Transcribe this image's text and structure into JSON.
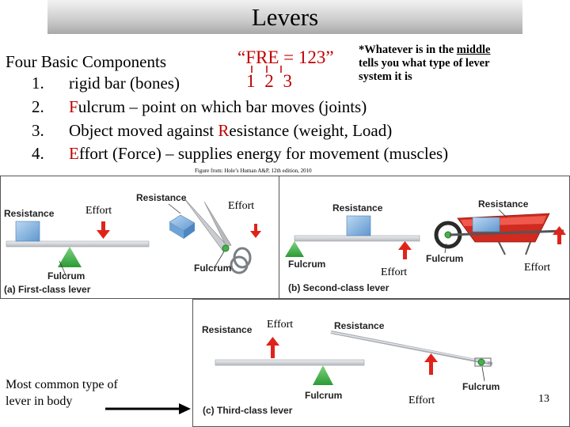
{
  "title": "Levers",
  "heading": "Four Basic Components",
  "components": [
    {
      "num": "1.",
      "text": "rigid bar (bones)"
    },
    {
      "num": "2.",
      "text": "Fulcrum – point on which bar moves (joints)"
    },
    {
      "num": "3.",
      "text": "Object moved against Resistance (weight, Load)"
    },
    {
      "num": "4.",
      "text": "Effort (Force) – supplies energy for movement (muscles)"
    }
  ],
  "mnemonic": {
    "text": "“FRE = 123”",
    "numbers": "1 2 3"
  },
  "note": {
    "line1_prefix": "*Whatever is in the ",
    "line1_underlined": "middle",
    "line2": "tells you what type of lever",
    "line3": "system it is"
  },
  "figure_credit": "Figure from: Hole’s Human A&P, 12th edition, 2010",
  "first_class": {
    "resistance": "Resistance",
    "effort": "Effort",
    "fulcrum": "Fulcrum",
    "caption": "(a) First-class lever",
    "photo_resistance": "Resistance",
    "photo_effort": "Effort",
    "photo_fulcrum": "Fulcrum"
  },
  "second_class": {
    "resistance": "Resistance",
    "effort": "Effort",
    "fulcrum": "Fulcrum",
    "caption": "(b) Second-class lever",
    "photo_resistance": "Resistance",
    "photo_effort": "Effort",
    "photo_fulcrum": "Fulcrum"
  },
  "third_class": {
    "resistance": "Resistance",
    "effort": "Effort",
    "fulcrum": "Fulcrum",
    "caption": "(c) Third-class lever",
    "photo_resistance": "Resistance",
    "photo_effort": "Effort",
    "photo_fulcrum": "Fulcrum"
  },
  "side_note": {
    "line1": "Most common type of",
    "line2": "lever in body"
  },
  "page_number": "13",
  "colors": {
    "red": "#c00000",
    "arrow_red": "#e0231a",
    "box_blue": "#7fb2e0",
    "fulcrum_green": "#44b34a",
    "bar_gray": "#c9ccd0"
  }
}
